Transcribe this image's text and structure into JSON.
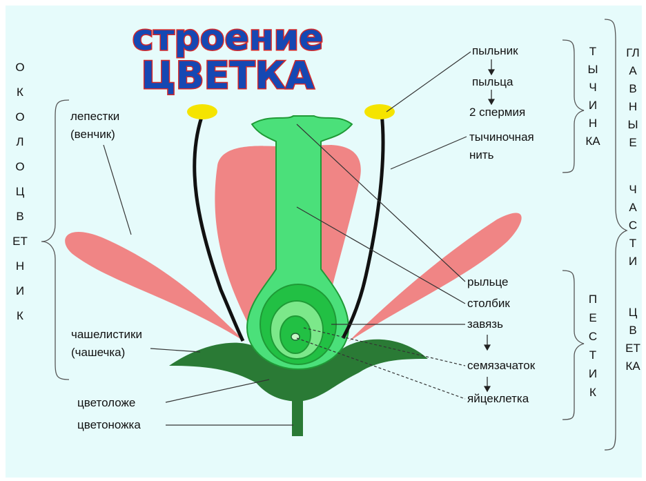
{
  "title": {
    "line1": "строение",
    "line2": "ЦВЕТКА",
    "colors": {
      "fill": "#1548b3",
      "outline": "#d62828"
    }
  },
  "colors": {
    "background": "#e6fbfb",
    "petal": "#f08585",
    "pistil": "#4be07a",
    "pistil_dark": "#1f9a36",
    "sepal": "#2a7a35",
    "anther": "#f5e400",
    "filament": "#111111"
  },
  "labels": {
    "petals": "лепестки",
    "petals_sub": "(венчик)",
    "sepals": "чашелистики",
    "sepals_sub": "(чашечка)",
    "receptacle": "цветоложе",
    "pedicel": "цветоножка",
    "anther": "пыльник",
    "pollen": "пыльца",
    "sperm": "2 спермия",
    "filament": "тычиночная",
    "filament_sub": "нить",
    "stigma": "рыльце",
    "style": "столбик",
    "ovary": "завязь",
    "ovule": "семязачаток",
    "egg": "яйцеклетка"
  },
  "vertical": {
    "perianth": "ОКОЛОЦВЕТНИК",
    "stamen": "ТЫЧИНКА",
    "pistil": "ПЕСТИК",
    "main1": "ГЛАВНЫЕ",
    "main2": "ЧАСТИ",
    "main3": "ЦВЕТКА"
  }
}
